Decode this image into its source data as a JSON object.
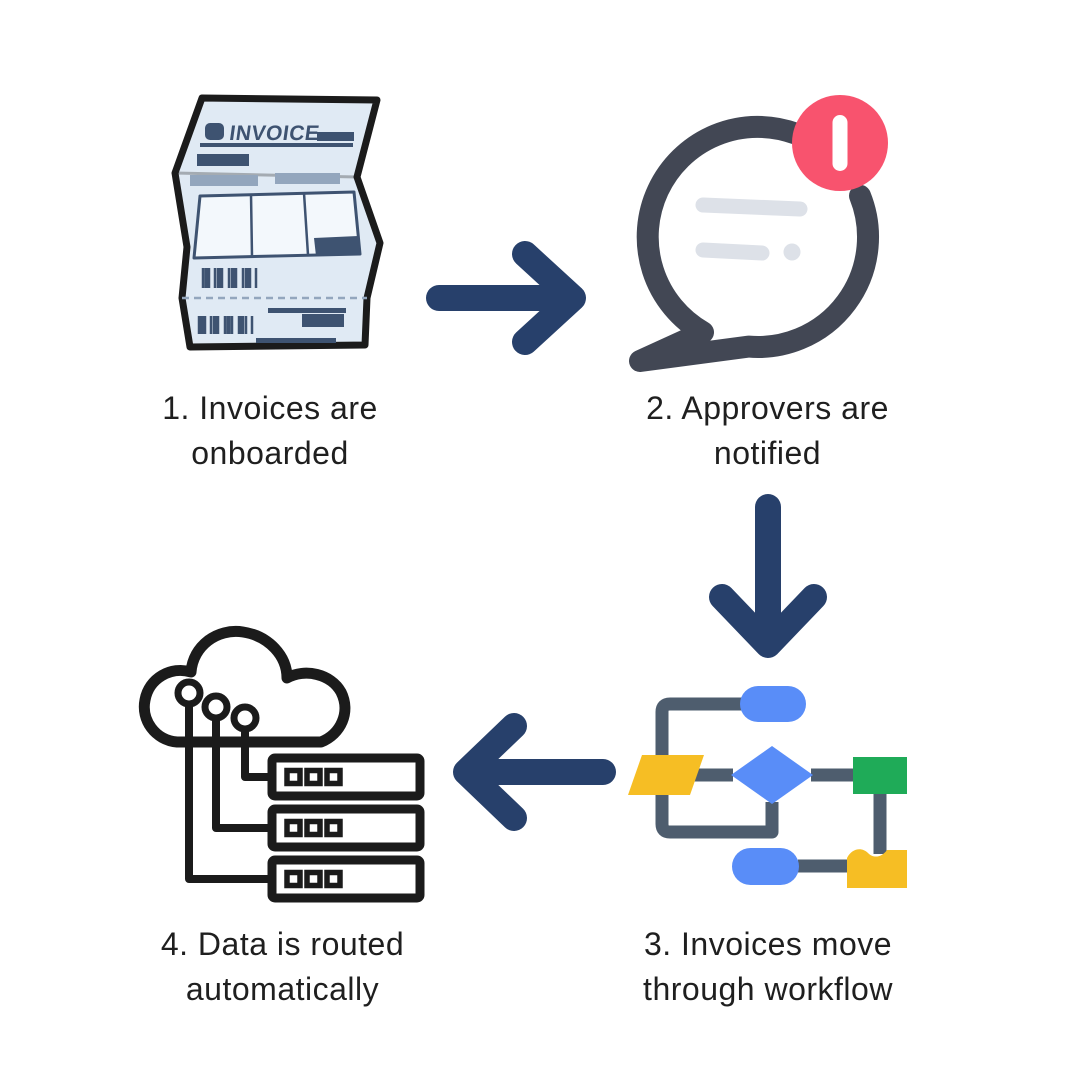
{
  "page": {
    "background": "#FFFFFF"
  },
  "diagram": {
    "type": "workflow",
    "steps": [
      {
        "id": 1,
        "icon": "invoice-document-icon",
        "icon_text": "INVOICE",
        "lines": [
          "1. Invoices are",
          "onboarded"
        ]
      },
      {
        "id": 2,
        "icon": "chat-notification-icon",
        "lines": [
          "2. Approvers are",
          "notified"
        ]
      },
      {
        "id": 3,
        "icon": "flowchart-icon",
        "lines": [
          "3. Invoices move",
          "through workflow"
        ]
      },
      {
        "id": 4,
        "icon": "cloud-server-icon",
        "lines": [
          "4. Data is routed",
          "automatically"
        ]
      }
    ],
    "arrows": [
      {
        "from": 1,
        "to": 2,
        "direction": "right"
      },
      {
        "from": 2,
        "to": 3,
        "direction": "down"
      },
      {
        "from": 3,
        "to": 4,
        "direction": "left"
      }
    ]
  },
  "colors": {
    "navy": "#27406B",
    "charcoal": "#424754",
    "pink": "#F8536E",
    "light_grey": "#DDE1E8",
    "blue": "#598DF8",
    "yellow": "#F6BE24",
    "green": "#1FAB58",
    "slate": "#4E5D6E",
    "paper": "#E0EAF4",
    "paper_lines": "#3E5371",
    "paper_shade": "#93A6BD",
    "ink": "#1B1B1B",
    "text": "#1F1F1F",
    "bg": "#FFFFFF"
  }
}
